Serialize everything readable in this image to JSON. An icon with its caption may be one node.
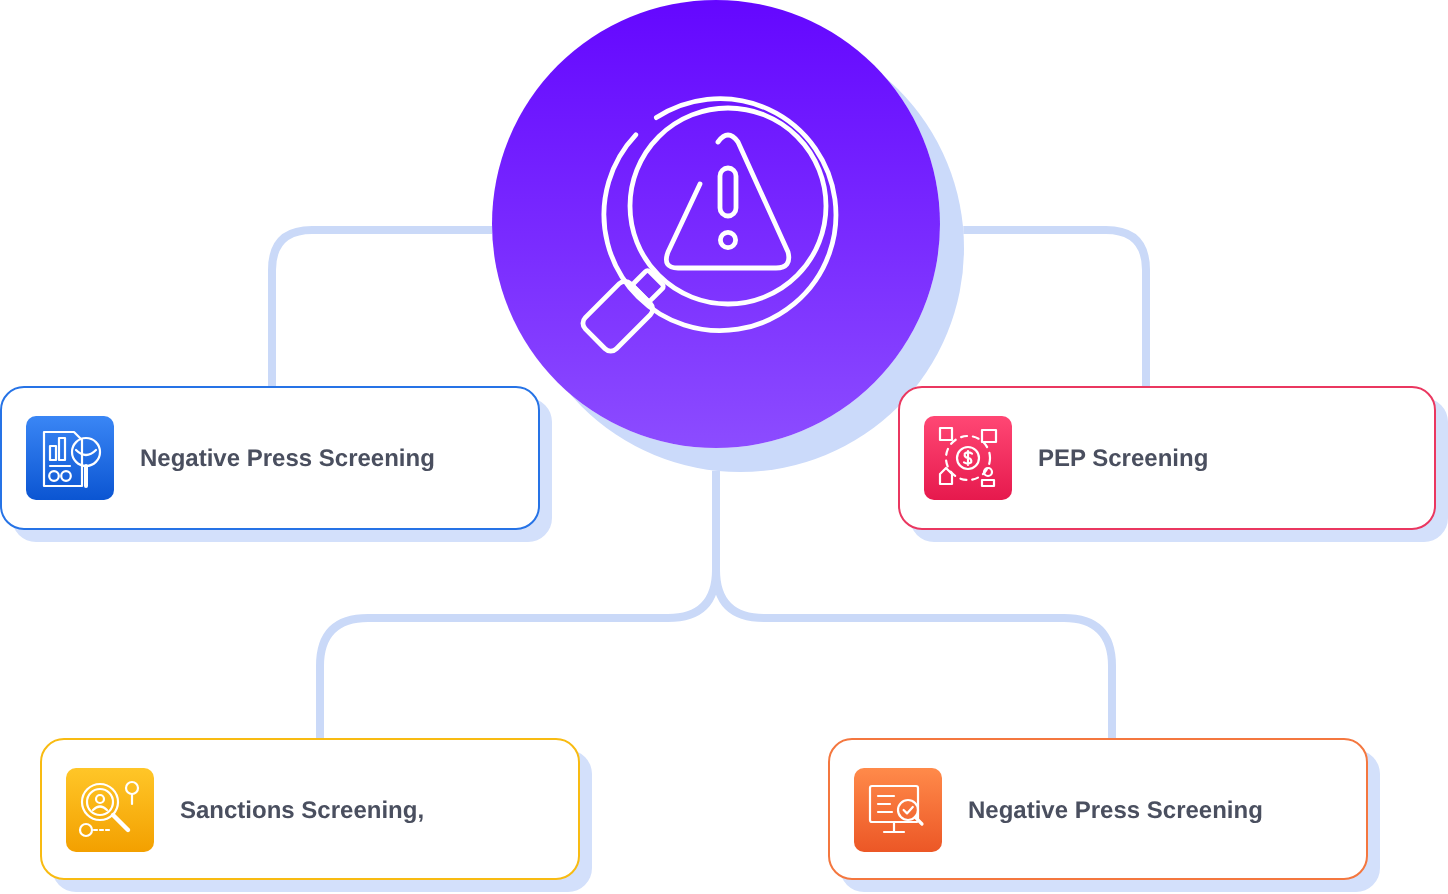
{
  "diagram": {
    "nodes": [
      {
        "text": [],
        "shape": "circle"
      },
      {
        "text": [
          "Negative Press Screening"
        ]
      },
      {
        "text": [
          "PEP Screening"
        ]
      },
      {
        "text": [
          "Sanctions Screening,"
        ]
      },
      {
        "text": [
          "Negative Press Screening"
        ]
      }
    ],
    "edges": [
      {
        "from": 0,
        "to": 1,
        "arrow": "none"
      },
      {
        "from": 0,
        "to": 2,
        "arrow": "none"
      },
      {
        "from": 0,
        "to": 3,
        "arrow": "none"
      },
      {
        "from": 0,
        "to": 4,
        "arrow": "none"
      }
    ]
  }
}
